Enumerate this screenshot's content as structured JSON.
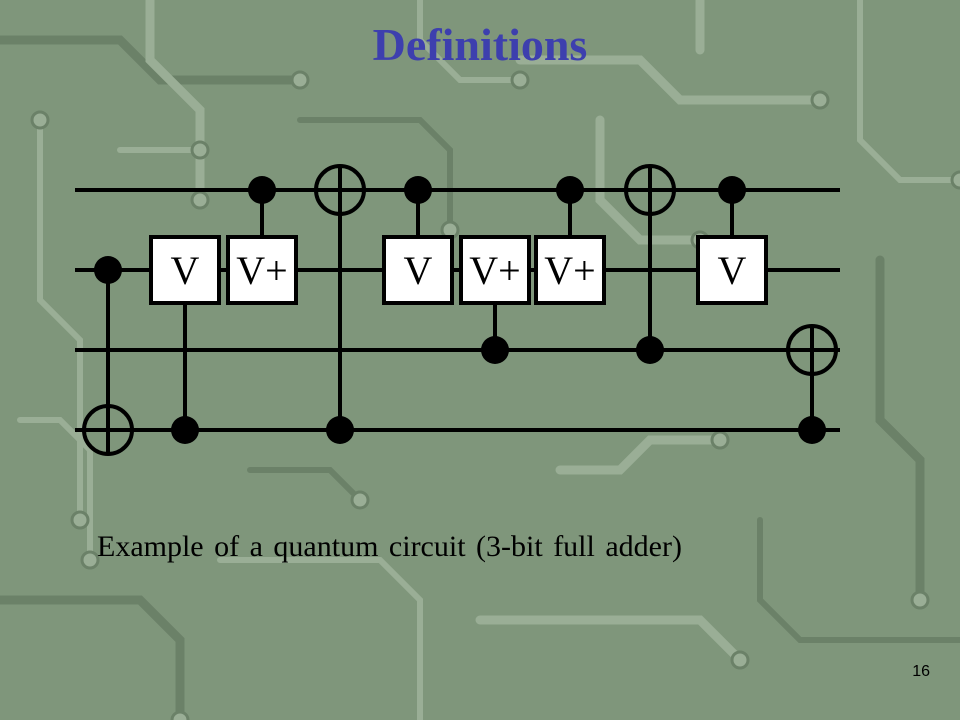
{
  "slide": {
    "title": "Definitions",
    "caption": "Example of a quantum circuit (3-bit full adder)",
    "page_number": "16"
  },
  "colors": {
    "background": "#7f967b",
    "background_trace": "#9aae96",
    "background_dark": "#6b8168",
    "title": "#3d3fae",
    "wire": "#000000",
    "gate_fill": "#ffffff"
  },
  "circuit": {
    "qubits": 4,
    "gates": [
      {
        "type": "cnot",
        "control": 1,
        "target": 3
      },
      {
        "type": "controlled",
        "label": "V",
        "control": 3,
        "target": 1
      },
      {
        "type": "controlled",
        "label": "V+",
        "control": 0,
        "target": 1
      },
      {
        "type": "cnot",
        "control": 3,
        "target": 0
      },
      {
        "type": "controlled",
        "label": "V",
        "control": 0,
        "target": 1
      },
      {
        "type": "controlled",
        "label": "V+",
        "control": 2,
        "target": 1
      },
      {
        "type": "controlled",
        "label": "V+",
        "control": 0,
        "target": 1
      },
      {
        "type": "cnot",
        "control": 2,
        "target": 0
      },
      {
        "type": "controlled",
        "label": "V",
        "control": 0,
        "target": 1
      },
      {
        "type": "cnot",
        "control": 3,
        "target": 2
      }
    ]
  }
}
